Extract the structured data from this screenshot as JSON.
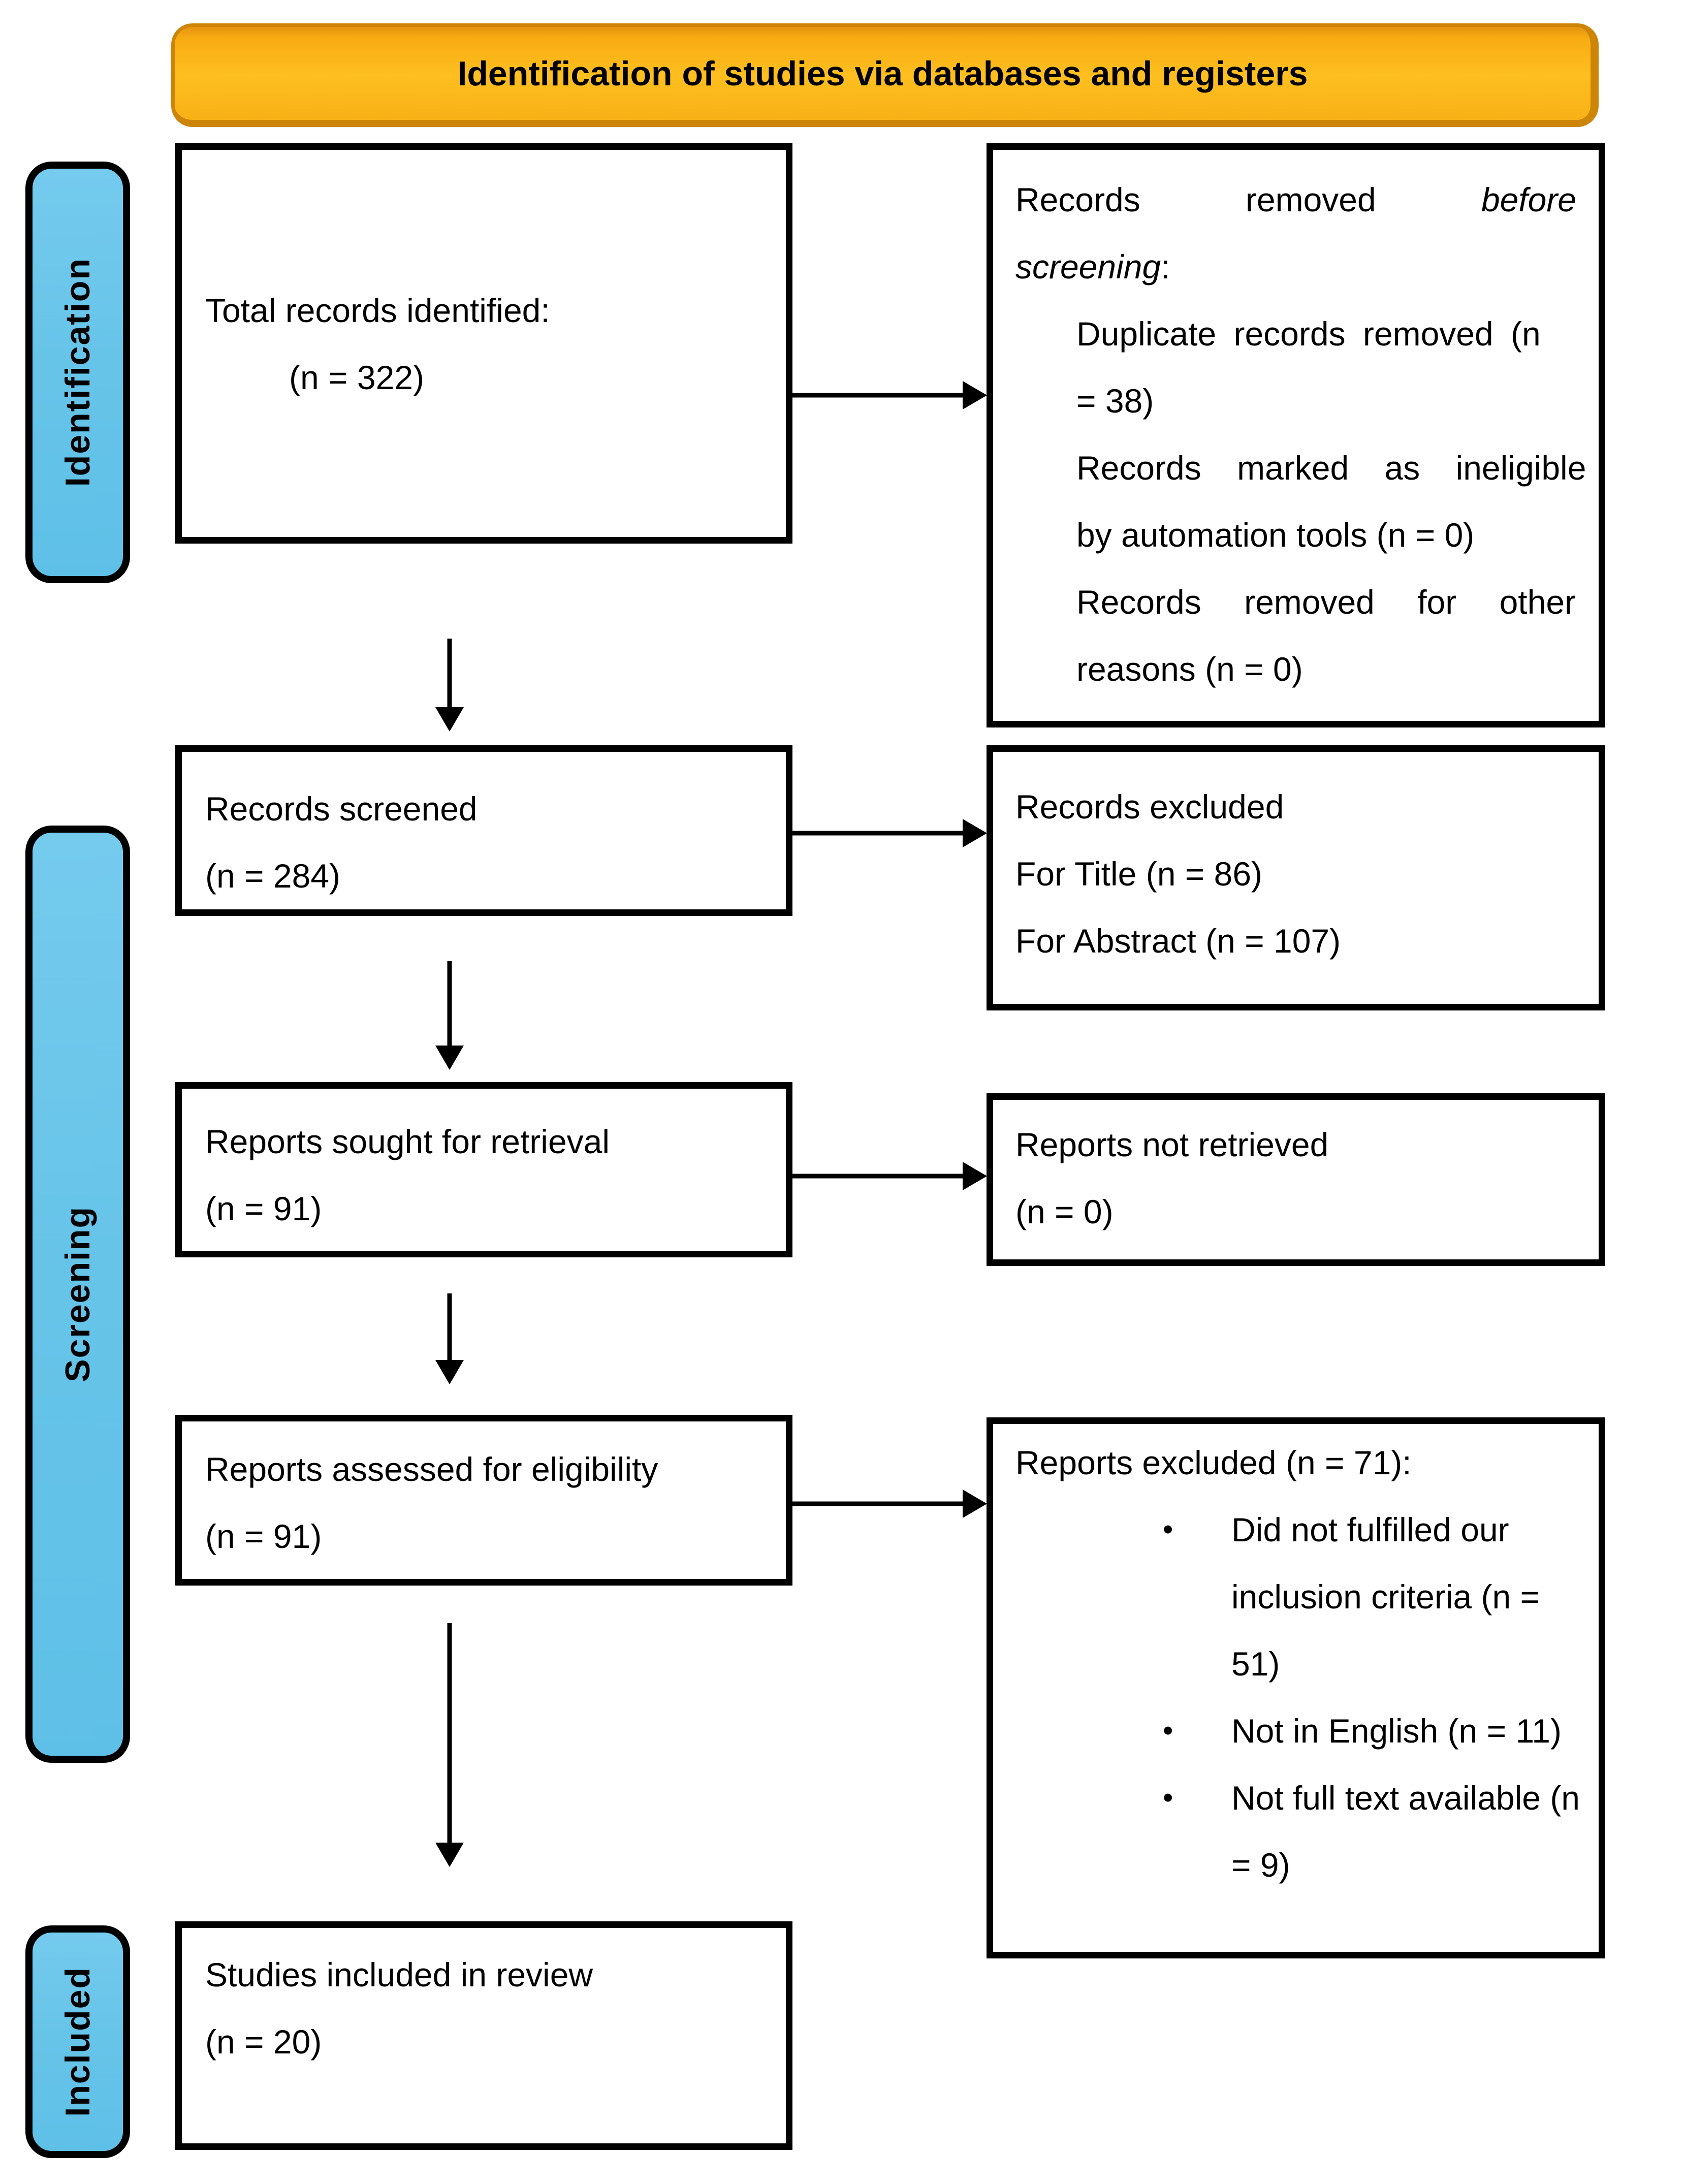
{
  "banner": {
    "title": "Identification of studies via databases and registers"
  },
  "stages": [
    {
      "label": "Identification"
    },
    {
      "label": "Screening"
    },
    {
      "label": "Included"
    }
  ],
  "boxes": {
    "identified": {
      "line1": "Total records identified:",
      "line2": "(n = 322)"
    },
    "screened": {
      "line1": "Records screened",
      "line2": "(n = 284)"
    },
    "sought": {
      "line1": "Reports sought for retrieval",
      "line2": "(n = 91)"
    },
    "assessed": {
      "line1": "Reports assessed for eligibility",
      "line2": "(n = 91)"
    },
    "included": {
      "line1": "Studies included in review",
      "line2": "(n = 20)"
    }
  },
  "side_boxes": {
    "removed": {
      "heading_word1": "Records",
      "heading_word2": "removed",
      "heading_word3_italic": "before",
      "line2_italic": "screening",
      "line2_colon": ":",
      "items": [
        "Duplicate records removed (n",
        "= 38)",
        "Records marked as ineligible",
        "by automation tools (n = 0)",
        "Records removed for other",
        "reasons (n = 0)"
      ]
    },
    "excluded_records": {
      "lines": [
        "Records excluded",
        "For Title (n = 86)",
        "For Abstract (n = 107)"
      ]
    },
    "not_retrieved": {
      "lines": [
        "Reports not retrieved",
        "(n = 0)"
      ]
    },
    "excluded_reports": {
      "heading": "Reports excluded (n = 71):",
      "bullet_char": "•",
      "bullets": [
        {
          "lines": [
            "Did not fulfilled our",
            "inclusion criteria (n =",
            "51)"
          ]
        },
        {
          "lines": [
            "Not in English (n = 11)"
          ]
        },
        {
          "lines": [
            "Not full text available (n",
            "= 9)"
          ]
        }
      ]
    }
  }
}
